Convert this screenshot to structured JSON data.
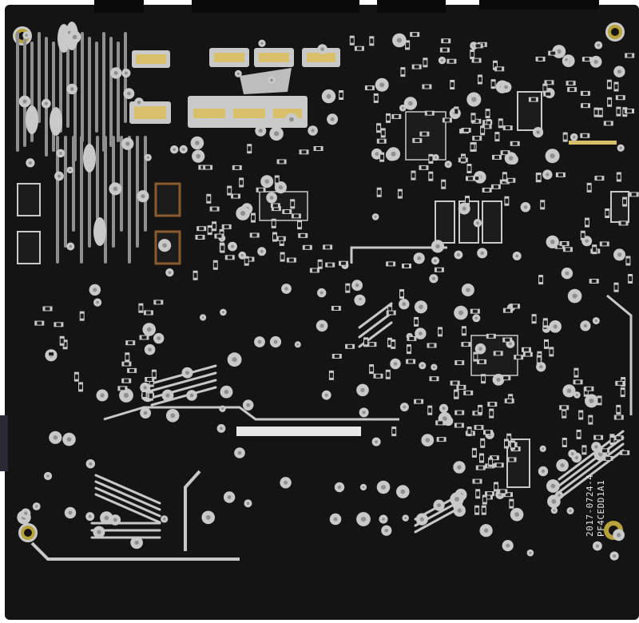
{
  "board": {
    "kind": "pcb-solder-side",
    "colors": {
      "background": "#ffffff",
      "board": "#141414",
      "board_edge": "#0b0b0b",
      "pad": "#c9c9c9",
      "pad_dark": "#8f8f8f",
      "trace": "#c8c8c8",
      "chip": "#1c1c1c",
      "silk": "#e6e6e6",
      "mount_hole_ring": "#b8a23a"
    },
    "silkscreen": {
      "date_code": "2017-0724-4",
      "part_code": "PF4CEDD1A1"
    }
  }
}
